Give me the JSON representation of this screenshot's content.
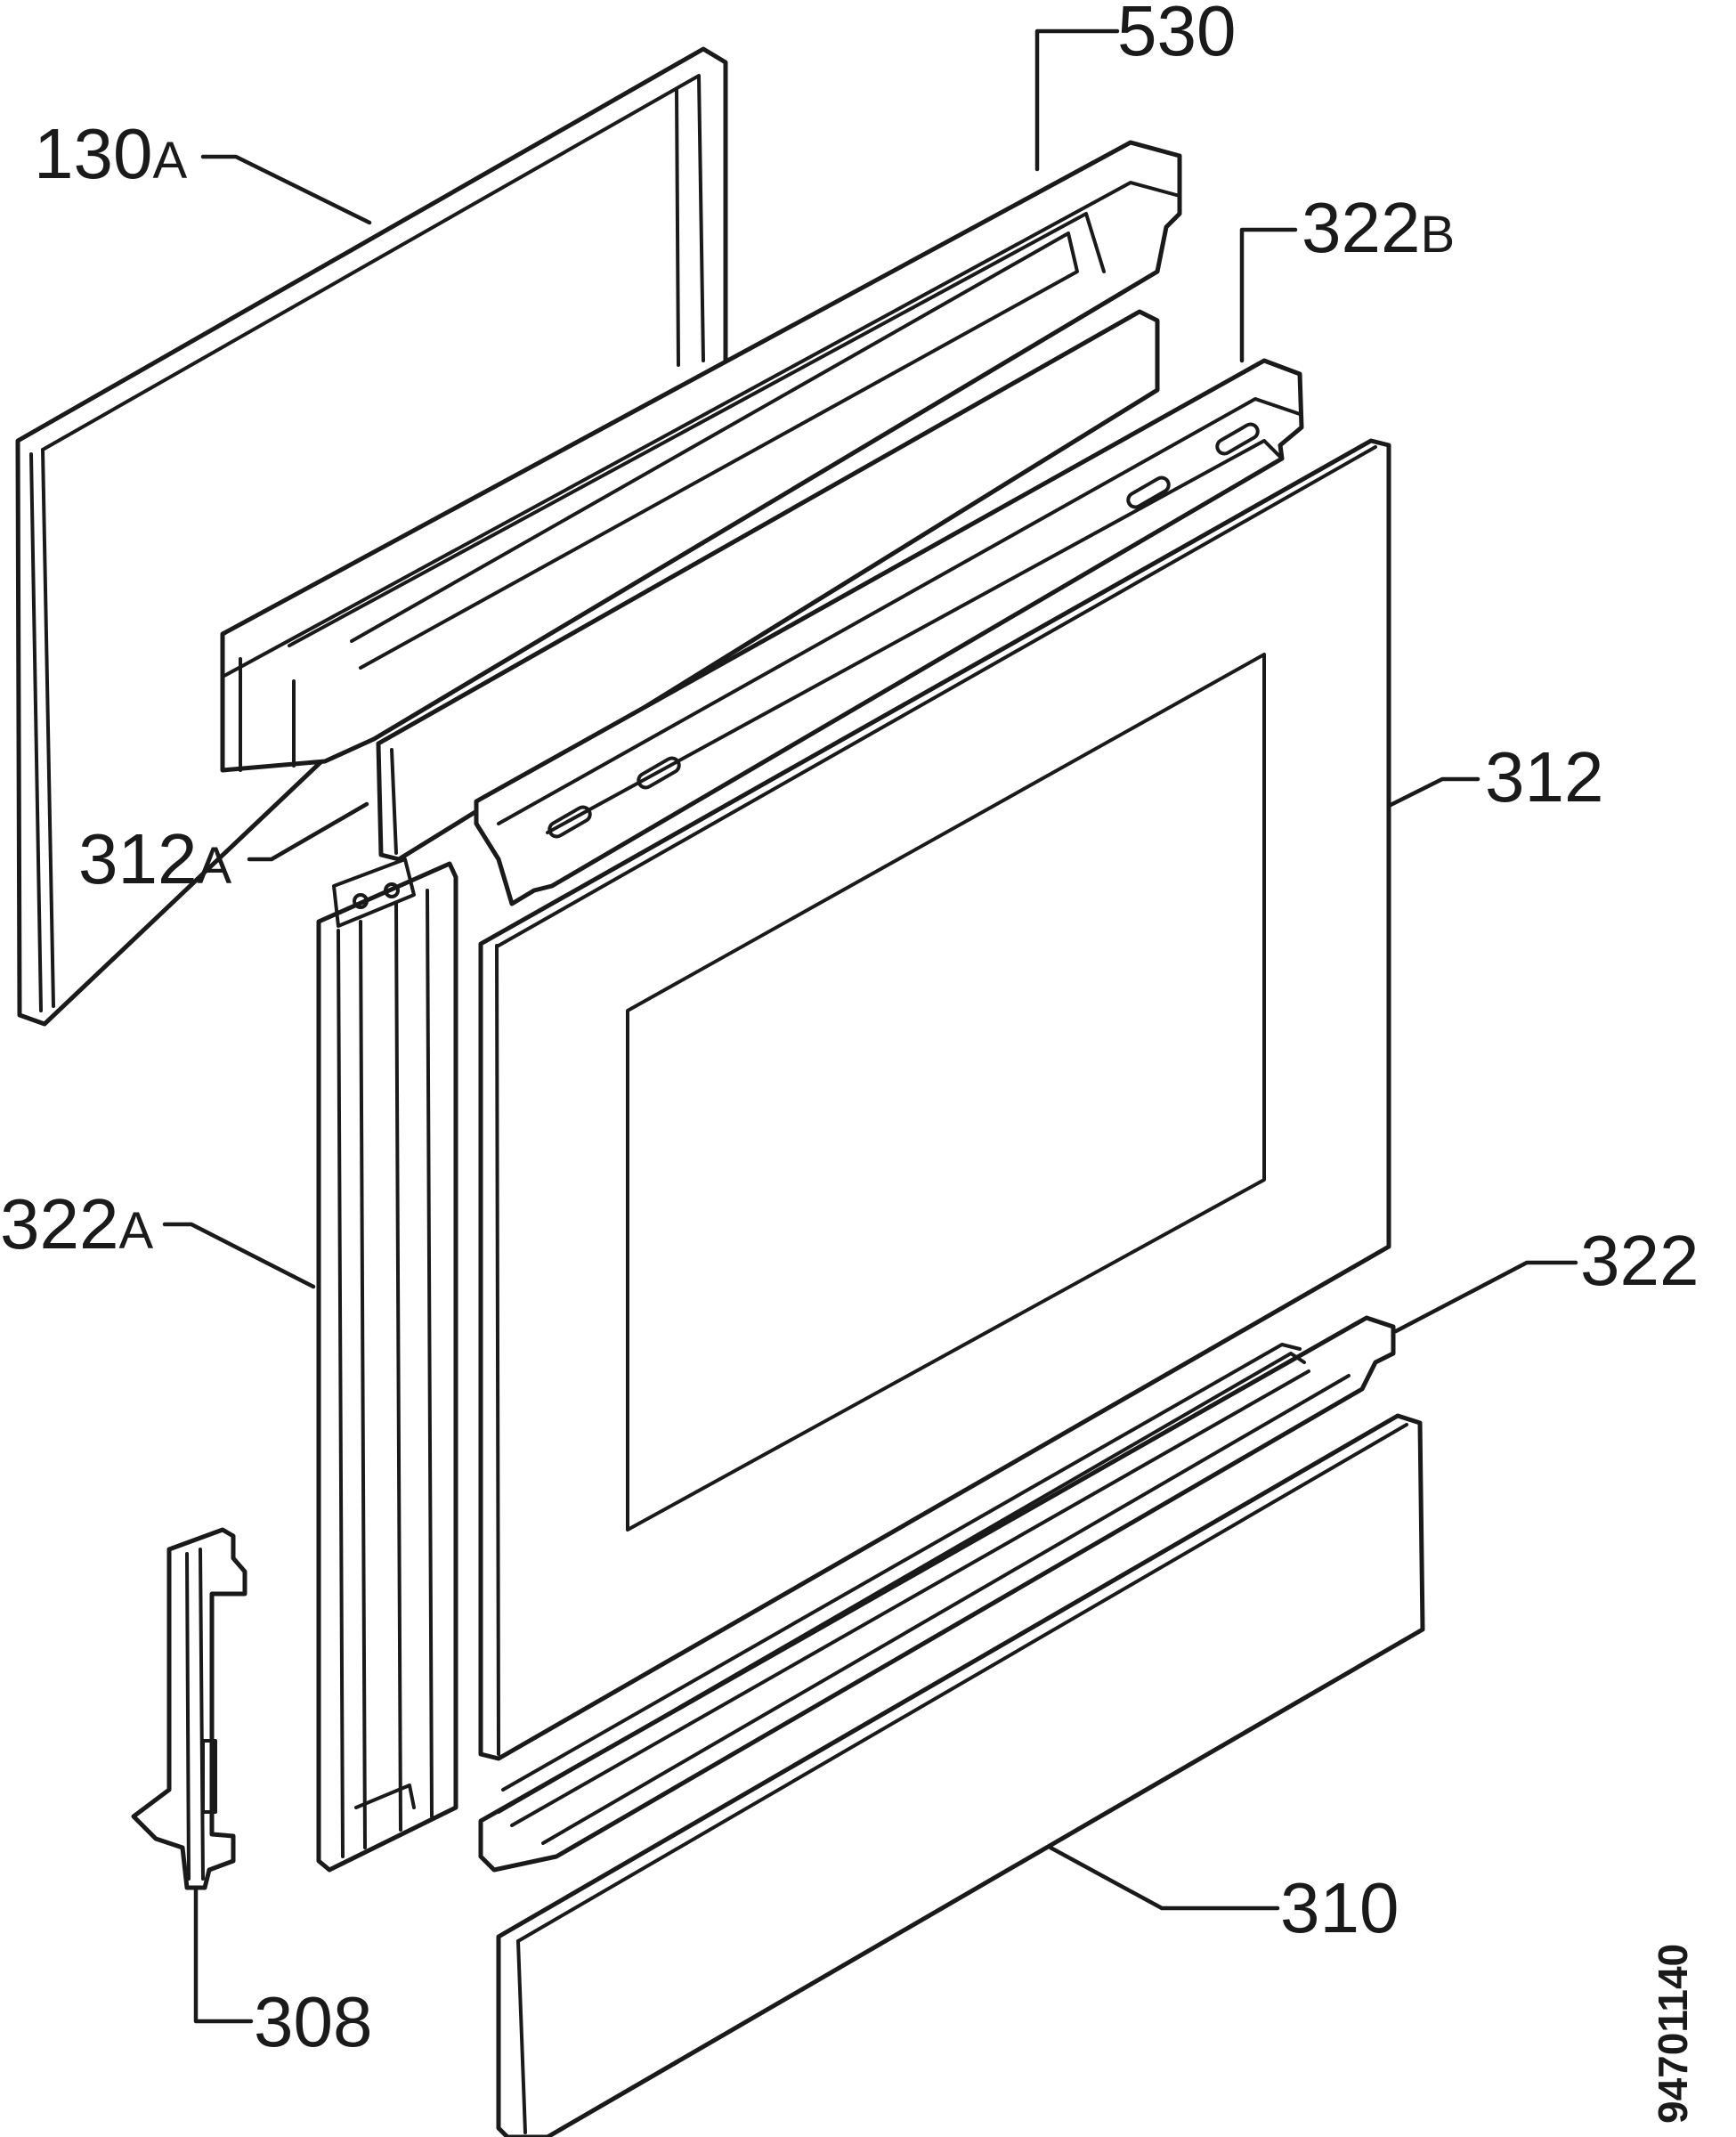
{
  "drawing_number": "94701140",
  "callouts": [
    {
      "id": "130a",
      "number": "130",
      "suffix": "A"
    },
    {
      "id": "530",
      "number": "530",
      "suffix": ""
    },
    {
      "id": "322b",
      "number": "322",
      "suffix": "B"
    },
    {
      "id": "312",
      "number": "312",
      "suffix": ""
    },
    {
      "id": "312a",
      "number": "312",
      "suffix": "A"
    },
    {
      "id": "322a",
      "number": "322",
      "suffix": "A"
    },
    {
      "id": "322",
      "number": "322",
      "suffix": ""
    },
    {
      "id": "310",
      "number": "310",
      "suffix": ""
    },
    {
      "id": "308",
      "number": "308",
      "suffix": ""
    }
  ]
}
